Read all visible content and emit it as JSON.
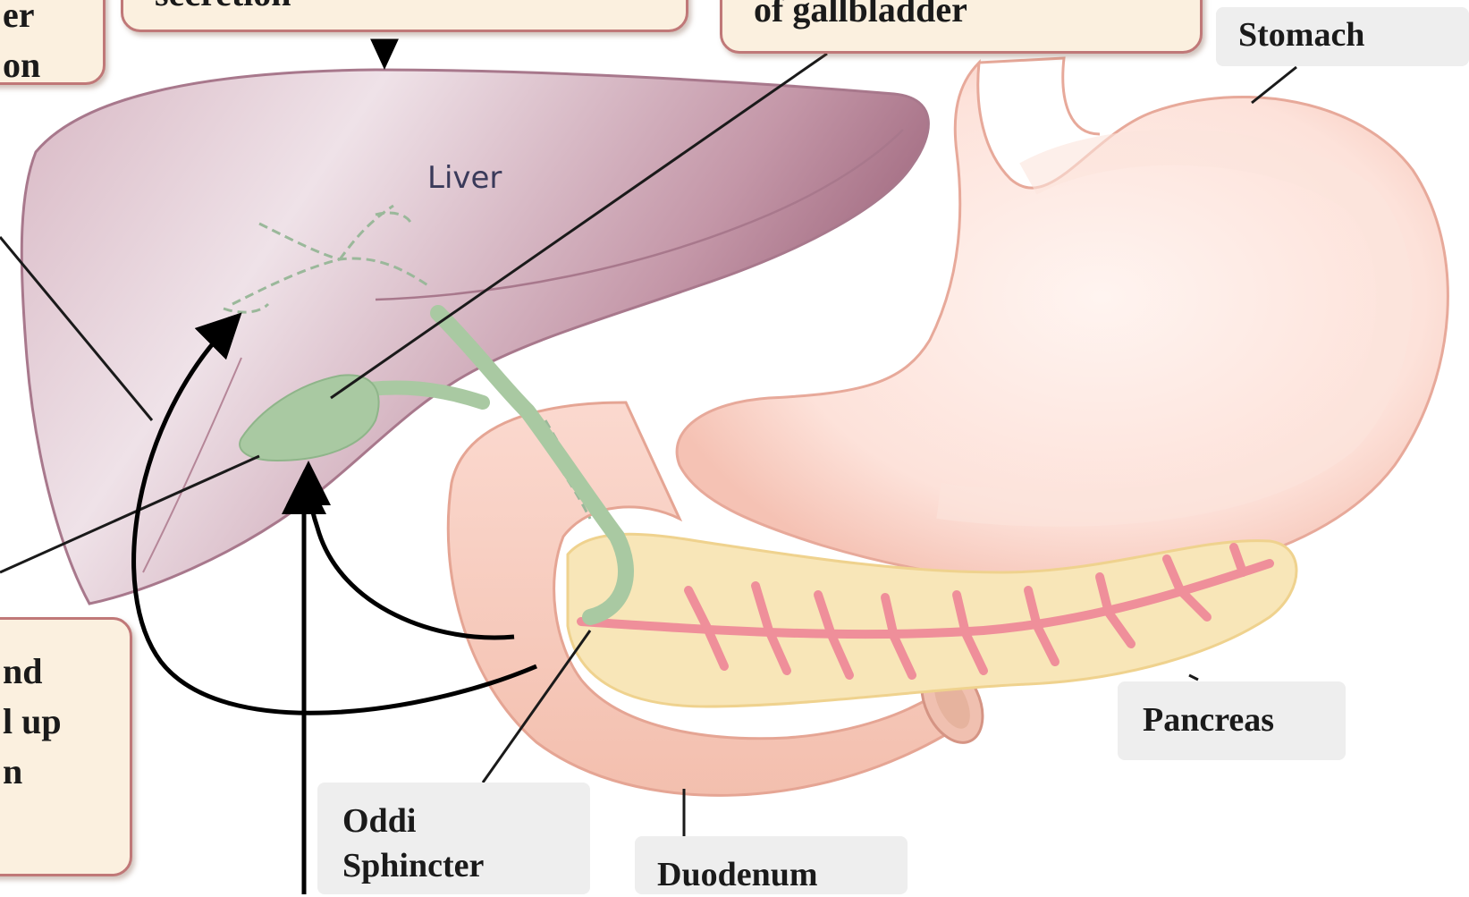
{
  "callouts": {
    "top_left_box": {
      "lines": [
        "er",
        "on"
      ]
    },
    "secretion_box": {
      "lines": [
        "secretion"
      ]
    },
    "gallbladder_box": {
      "lines": [
        "of gallbladder"
      ]
    },
    "bottom_left_box": {
      "lines": [
        "nd",
        "l up",
        "n"
      ]
    }
  },
  "labels": {
    "stomach": "Stomach",
    "liver": "Liver",
    "pancreas": "Pancreas",
    "oddi_line1": "Oddi",
    "oddi_line2": "Sphincter",
    "duodenum": "Duodenum"
  },
  "colors": {
    "liver": "#c497a8",
    "gallbladder": "#a9c9a2",
    "stomach": "#fbd9d0",
    "duodenum": "#f6c6b8",
    "pancreas": "#f8e6b8",
    "callout_fill": "#fbf0df",
    "callout_border": "#c07878"
  }
}
